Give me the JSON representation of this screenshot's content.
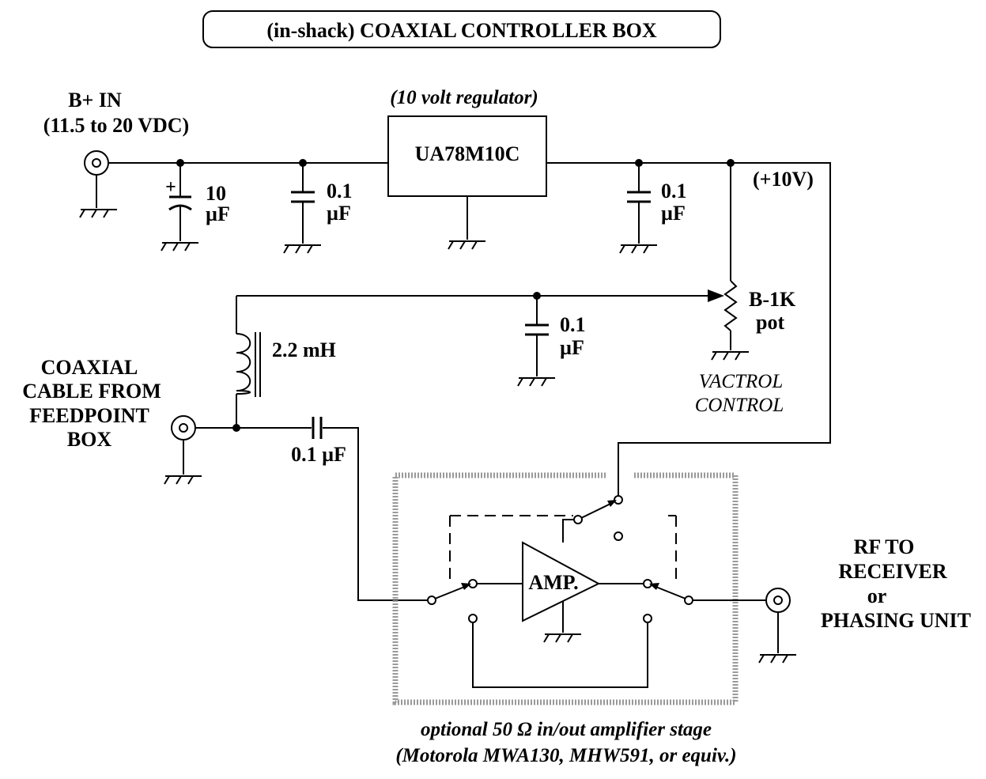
{
  "title": "(in-shack)  COAXIAL CONTROLLER BOX",
  "labels": {
    "b_plus_in": "B+ IN",
    "b_plus_range": "(11.5 to 20 VDC)",
    "regulator_note": "(10 volt regulator)",
    "regulator_part": "UA78M10C",
    "cap_10": "10",
    "cap_10_unit": "µF",
    "cap_01_a": "0.1",
    "cap_01_a_unit": "µF",
    "cap_01_b": "0.1",
    "cap_01_b_unit": "µF",
    "plus_10v": "(+10V)",
    "cap_01_c": "0.1",
    "cap_01_c_unit": "µF",
    "pot_value": "B-1K",
    "pot_word": "pot",
    "vactrol_1": "VACTROL",
    "vactrol_2": "CONTROL",
    "inductor": "2.2 mH",
    "coax_1": "COAXIAL",
    "coax_2": "CABLE FROM",
    "coax_3": "FEEDPOINT",
    "coax_4": "BOX",
    "cap_coupling": "0.1 µF",
    "amp": "AMP.",
    "polarity_plus": "+",
    "rf_1": "RF  TO",
    "rf_2": "RECEIVER",
    "rf_3": "or",
    "rf_4": "PHASING UNIT",
    "optional_1": "optional 50 Ω  in/out amplifier stage",
    "optional_2": "(Motorola MWA130, MHW591, or equiv.)"
  }
}
